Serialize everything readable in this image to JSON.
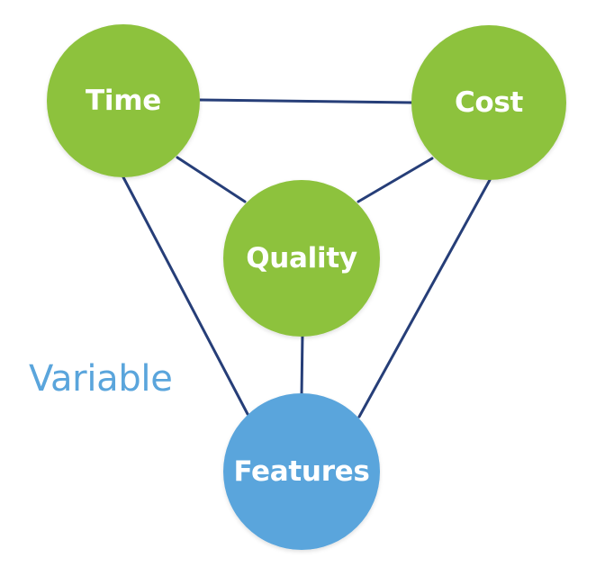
{
  "nodes": {
    "time": {
      "label": "Time"
    },
    "cost": {
      "label": "Cost"
    },
    "quality": {
      "label": "Quality"
    },
    "features": {
      "label": "Features"
    }
  },
  "side_label": "Variable",
  "colors": {
    "fixed_node": "#8DC23E",
    "variable_node": "#5AA5DC",
    "connector": "#263E78",
    "variable_text": "#5AA5DC",
    "node_text": "#ffffff"
  }
}
